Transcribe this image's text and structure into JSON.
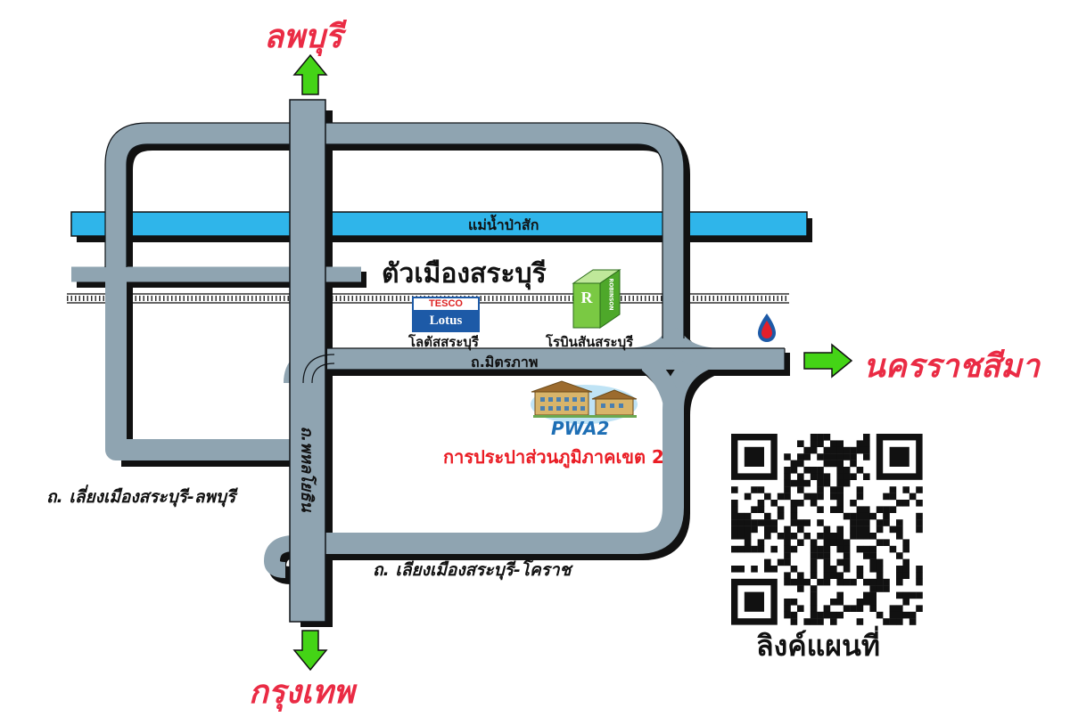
{
  "destinations": {
    "north": "ลพบุรี",
    "south": "กรุงเทพ",
    "east": "นครราชสีมา"
  },
  "features": {
    "river": "แม่น้ำป่าสัก",
    "city": "ตัวเมืองสระบุรี",
    "mittraphap_road": "ถ.มิตรภาพ",
    "phahonyothin_road": "ถ.พหลโยธิน",
    "bypass_lopburi": "ถ. เลี่ยงเมืองสระบุรี-ลพบุรี",
    "bypass_korat": "ถ. เลียงเมืองสระบุรี-โคราช"
  },
  "landmarks": {
    "tesco_logo_top": "TESCO",
    "tesco_logo_bottom": "Lotus",
    "lotus": "โลตัสสระบุรี",
    "robinson_logo": "ROBINSON",
    "robinson": "โรบินสันสระบุรี",
    "gas_station_icon": "ptt-drop-icon"
  },
  "office": {
    "logo_text": "PWA2",
    "name": "การประปาส่วนภูมิภาคเขต 2"
  },
  "qr": {
    "label": "ลิงค์แผนที่"
  },
  "colors": {
    "road": "#8fa4b1",
    "road_outline": "#101418",
    "river": "#2fb5ea",
    "arrow": "#44d416",
    "destination_text": "#ea2b44",
    "office_text": "#ea1c24"
  }
}
